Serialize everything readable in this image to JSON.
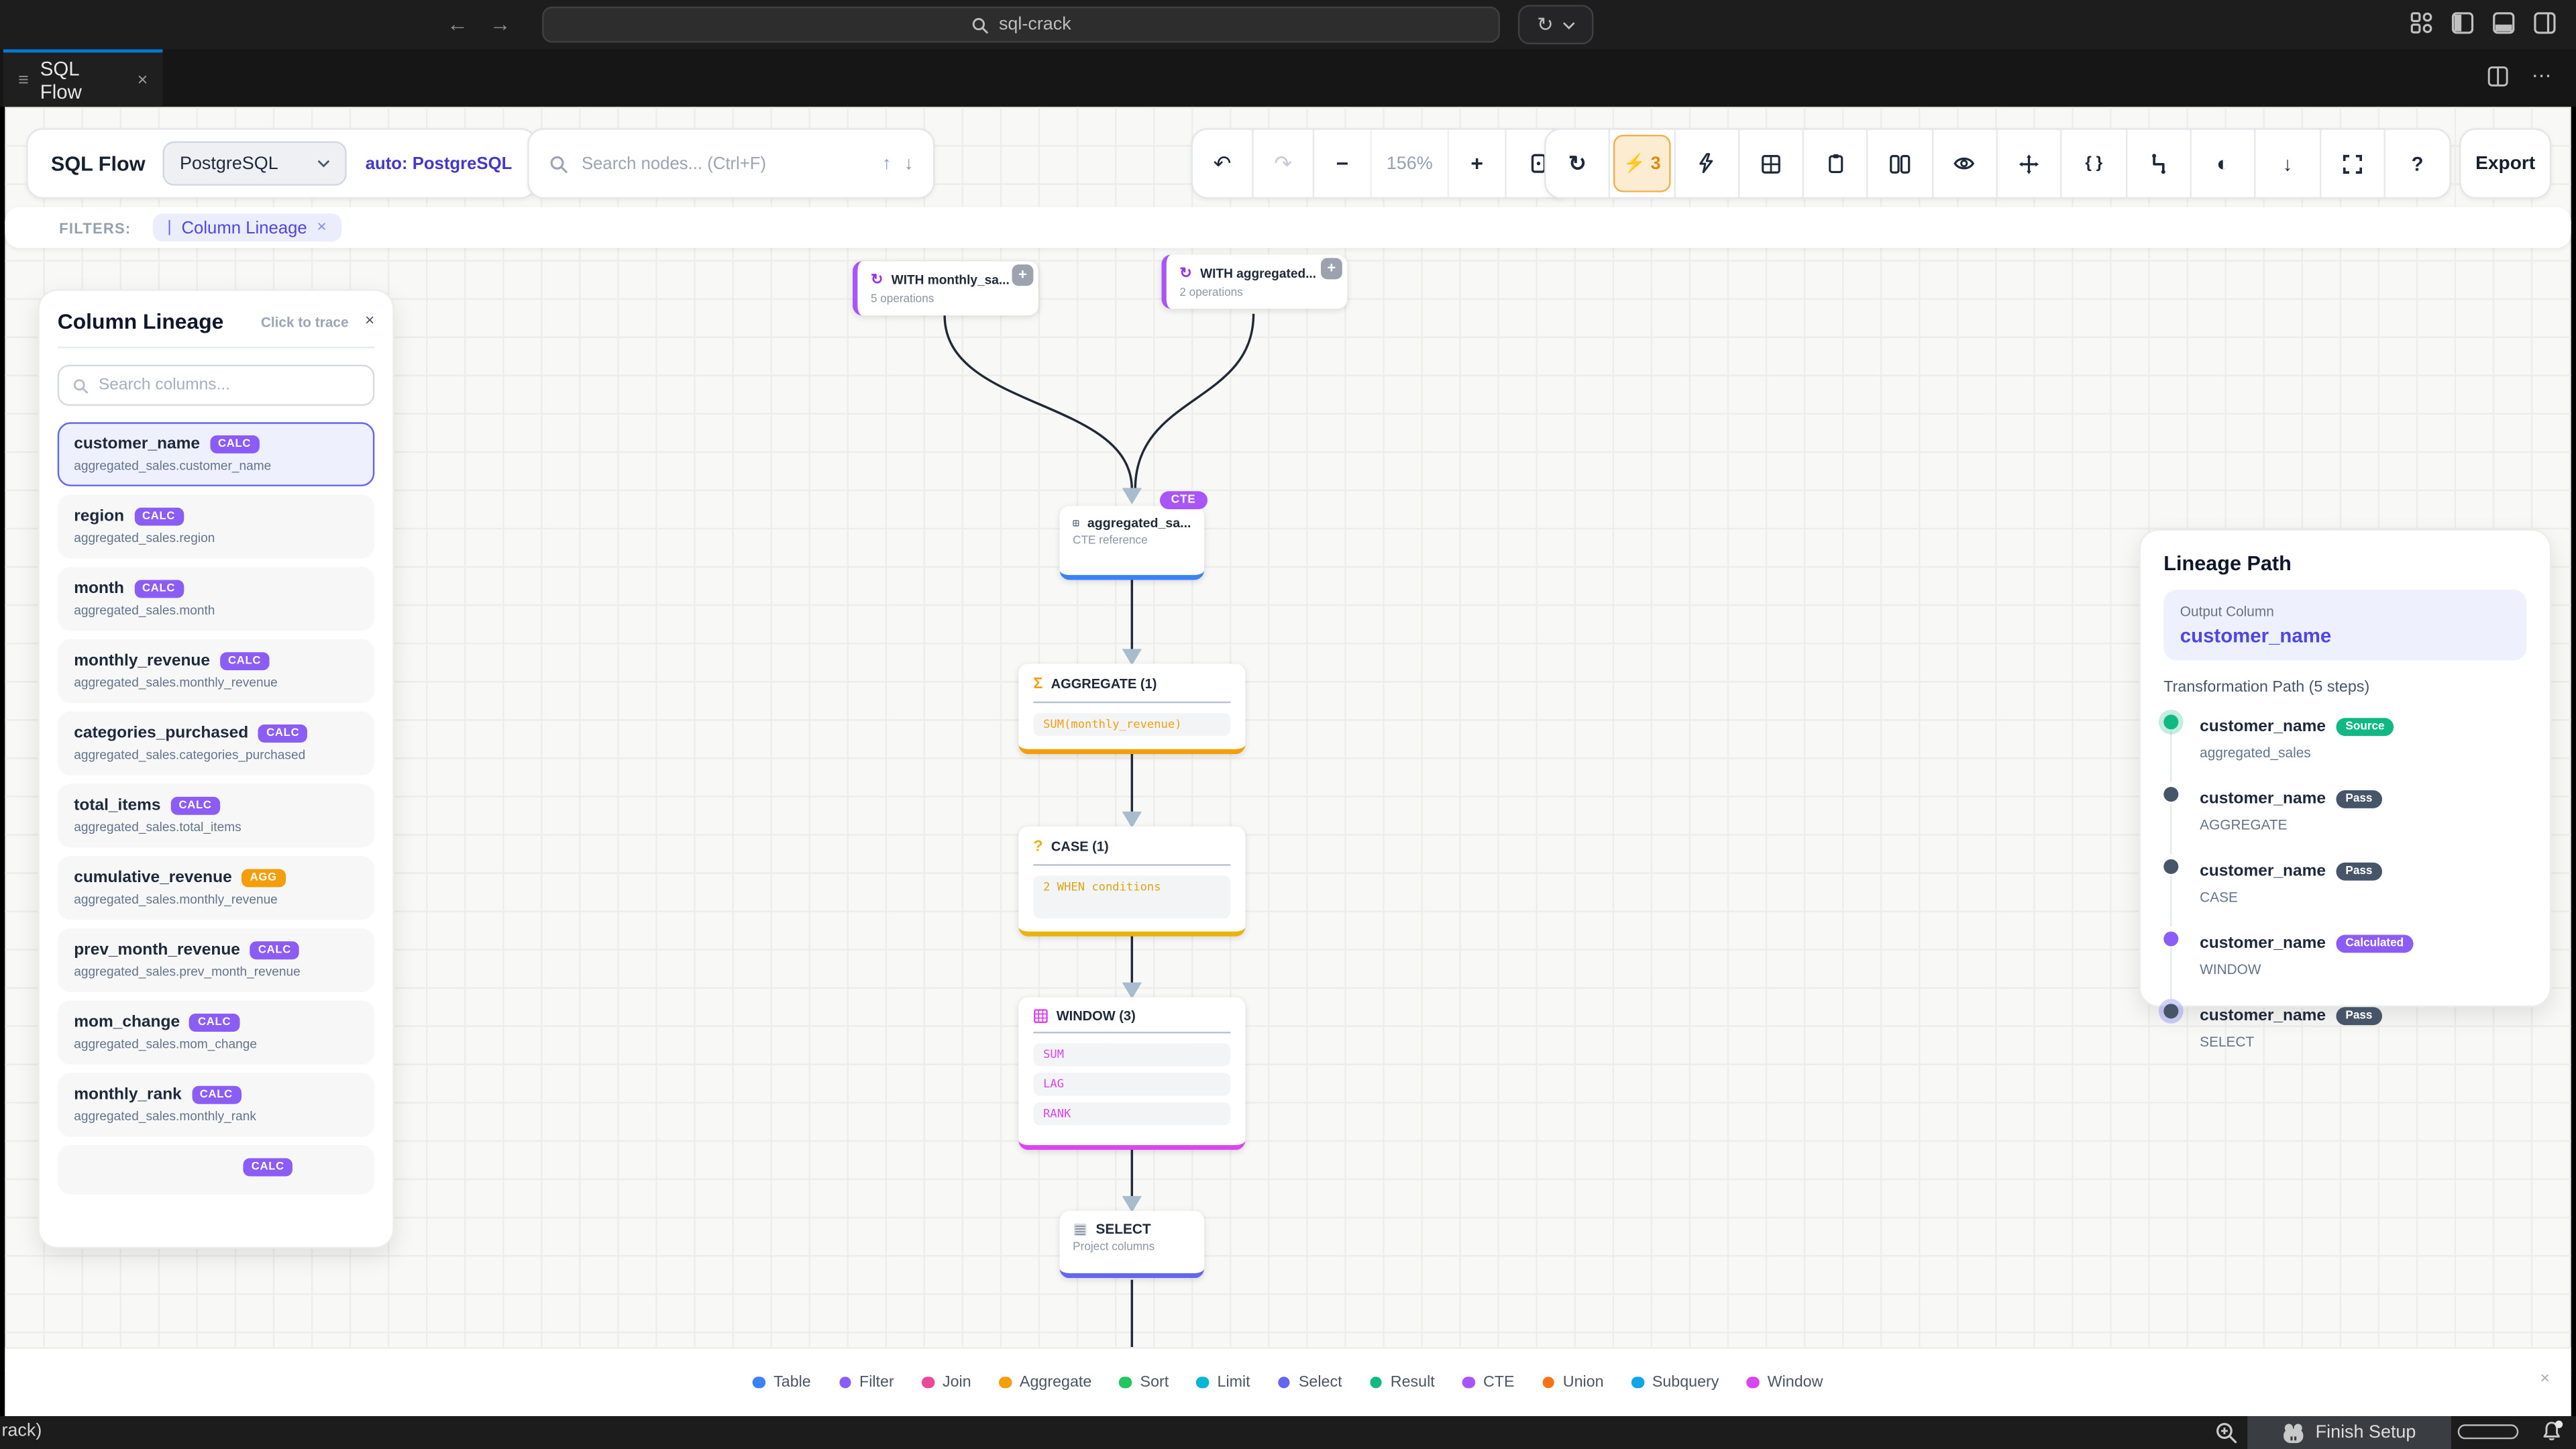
{
  "browser": {
    "url_text": "sql-crack"
  },
  "tab": {
    "title": "SQL Flow"
  },
  "toolbar": {
    "title": "SQL Flow",
    "dialect": "PostgreSQL",
    "auto_label": "auto: PostgreSQL",
    "search_placeholder": "Search nodes... (Ctrl+F)",
    "zoom_level": "156%",
    "active_tool_count": "3",
    "export_label": "Export"
  },
  "filters": {
    "label": "FILTERS:",
    "chip": "Column Lineage"
  },
  "column_panel": {
    "title": "Column Lineage",
    "action": "Click to trace",
    "search_placeholder": "Search columns...",
    "items": [
      {
        "name": "customer_name",
        "badge": "CALC",
        "badge_color": "#8b5cf6",
        "source": "aggregated_sales.customer_name",
        "cls": "selected"
      },
      {
        "name": "region",
        "badge": "CALC",
        "badge_color": "#8b5cf6",
        "source": "aggregated_sales.region",
        "cls": ""
      },
      {
        "name": "month",
        "badge": "CALC",
        "badge_color": "#8b5cf6",
        "source": "aggregated_sales.month",
        "cls": ""
      },
      {
        "name": "monthly_revenue",
        "badge": "CALC",
        "badge_color": "#8b5cf6",
        "source": "aggregated_sales.monthly_revenue",
        "cls": ""
      },
      {
        "name": "categories_purchased",
        "badge": "CALC",
        "badge_color": "#8b5cf6",
        "source": "aggregated_sales.categories_purchased",
        "cls": ""
      },
      {
        "name": "total_items",
        "badge": "CALC",
        "badge_color": "#8b5cf6",
        "source": "aggregated_sales.total_items",
        "cls": ""
      },
      {
        "name": "cumulative_revenue",
        "badge": "AGG",
        "badge_color": "#f59e0b",
        "source": "aggregated_sales.monthly_revenue",
        "cls": ""
      },
      {
        "name": "prev_month_revenue",
        "badge": "CALC",
        "badge_color": "#8b5cf6",
        "source": "aggregated_sales.prev_month_revenue",
        "cls": ""
      },
      {
        "name": "mom_change",
        "badge": "CALC",
        "badge_color": "#8b5cf6",
        "source": "aggregated_sales.mom_change",
        "cls": ""
      },
      {
        "name": "monthly_rank",
        "badge": "CALC",
        "badge_color": "#8b5cf6",
        "source": "aggregated_sales.monthly_rank",
        "cls": ""
      },
      {
        "name": "",
        "badge": "CALC",
        "badge_color": "#8b5cf6",
        "source": "",
        "cls": "partial"
      }
    ]
  },
  "nodes": {
    "with_monthly": {
      "title": "WITH monthly_sa...",
      "subtitle": "5 operations"
    },
    "with_aggregated": {
      "title": "WITH aggregated...",
      "subtitle": "2 operations"
    },
    "cte": {
      "badge": "CTE",
      "title": "aggregated_sa...",
      "subtitle": "CTE reference"
    },
    "aggregate": {
      "title": "AGGREGATE (1)",
      "code": "SUM(monthly_revenue)"
    },
    "case": {
      "title": "CASE (1)",
      "code": "2 WHEN conditions"
    },
    "window": {
      "title": "WINDOW (3)",
      "functions": [
        "SUM",
        "LAG",
        "RANK"
      ]
    },
    "select": {
      "title": "SELECT",
      "subtitle": "Project columns"
    }
  },
  "lineage_panel": {
    "title": "Lineage Path",
    "output_label": "Output Column",
    "output_value": "customer_name",
    "path_label": "Transformation Path (5 steps)",
    "steps": [
      {
        "name": "customer_name",
        "badge": "Source",
        "badge_color": "#10b981",
        "sub": "aggregated_sales",
        "dot_color": "#10b981",
        "dot_ring": "0 0 0 3px rgba(16,185,129,0.25)"
      },
      {
        "name": "customer_name",
        "badge": "Pass",
        "badge_color": "#475569",
        "sub": "AGGREGATE",
        "dot_color": "#475569"
      },
      {
        "name": "customer_name",
        "badge": "Pass",
        "badge_color": "#475569",
        "sub": "CASE",
        "dot_color": "#475569"
      },
      {
        "name": "customer_name",
        "badge": "Calculated",
        "badge_color": "#8b5cf6",
        "sub": "WINDOW",
        "dot_color": "#8b5cf6"
      },
      {
        "name": "customer_name",
        "badge": "Pass",
        "badge_color": "#475569",
        "sub": "SELECT",
        "dot_color": "#475569",
        "dot_ring": "0 0 0 3px rgba(99,102,241,0.3)"
      }
    ]
  },
  "legend": {
    "items": [
      {
        "label": "Table",
        "color": "#3b82f6"
      },
      {
        "label": "Filter",
        "color": "#8b5cf6"
      },
      {
        "label": "Join",
        "color": "#ec4899"
      },
      {
        "label": "Aggregate",
        "color": "#f59e0b"
      },
      {
        "label": "Sort",
        "color": "#22c55e"
      },
      {
        "label": "Limit",
        "color": "#06b6d4"
      },
      {
        "label": "Select",
        "color": "#6366f1"
      },
      {
        "label": "Result",
        "color": "#10b981"
      },
      {
        "label": "CTE",
        "color": "#a855f7"
      },
      {
        "label": "Union",
        "color": "#f97316"
      },
      {
        "label": "Subquery",
        "color": "#0ea5e9"
      },
      {
        "label": "Window",
        "color": "#d946ef"
      }
    ]
  },
  "statusbar": {
    "left_text": "rack)",
    "setup_label": "Finish Setup"
  },
  "icons": {
    "back": "←",
    "forward": "→",
    "rotate_cw": "↻",
    "undo": "↶",
    "redo": "↷",
    "minus": "−",
    "plus": "+",
    "bolt": "⚡",
    "braces": "{ }",
    "contrast": "◐",
    "arrow_down": "↓",
    "arrow_up": "↑",
    "help": "?",
    "sigma": "Σ",
    "question": "?",
    "menu": "≡",
    "close": "×",
    "ellipsis": "⋯",
    "pipe": "|"
  }
}
